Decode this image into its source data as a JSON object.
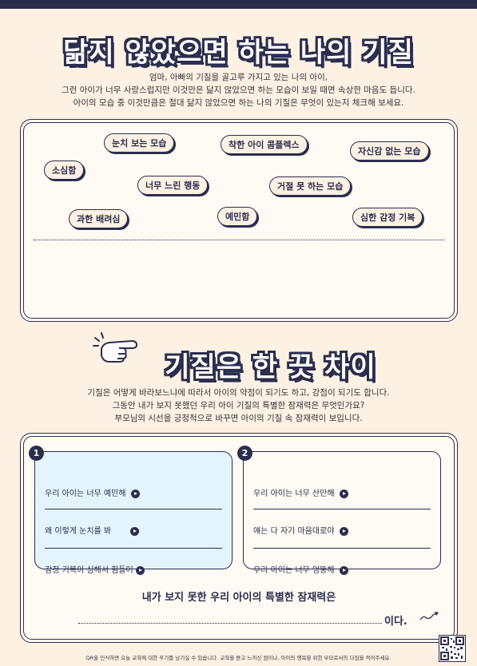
{
  "title": "닮지 않았으면 하는 나의 기질",
  "intro": [
    "엄마, 아빠의 기질을 골고루 가지고 있는 나의 아이,",
    "그런 아이가 너무 사랑스럽지만 이것만은 닮지 않았으면 하는 모습이 보일 때면 속상한 마음도 듭니다.",
    "아이의 모습 중 이것만큼은 절대 닮지 않았으면 하는 나의 기질은 무엇이 있는지 체크해 보세요."
  ],
  "traits": [
    "눈치 보는 모습",
    "착한 아이 콤플렉스",
    "자신감 없는 모습",
    "소심함",
    "너무 느린 행동",
    "거절 못 하는 모습",
    "과한 배려심",
    "예민함",
    "심한 감정 기복"
  ],
  "section2_title": "기질은 한 끗 차이",
  "section2_intro": [
    "기질은 어떻게 바라보느냐에 따라서 아이의 약점이 되기도 하고, 강점이 되기도 합니다.",
    "그동안 내가 보지 못했던 우리 아이 기질의 특별한 잠재력은 무엇인가요?",
    "부모님의 시선을 긍정적으로 바꾸면 아이의 기질 속 잠재력이 보입니다."
  ],
  "card1": {
    "number": "1",
    "items": [
      "우리 아이는 너무 예민해",
      "왜 이렇게 눈치를 봐",
      "감정 기복이 심해서 힘들어"
    ]
  },
  "card2": {
    "number": "2",
    "items": [
      "우리 아이는 너무 산만해",
      "얘는 다 자기 마음대로야",
      "우리 아이는 너무 엉뚱해"
    ]
  },
  "potential_label": "내가 보지 못한 우리 아이의 특별한 잠재력은",
  "potential_suffix": "이다.",
  "footer": "QR을 인식하면 오늘 교육에 대한 후기를 남기실 수 있습니다. 교육을 듣고 느끼신 점이나, 아이의 행복을 위한 부모로서의 다짐을 적어주세요.",
  "colors": {
    "navy": "#2b2e4d",
    "background": "#fdf1e4",
    "card_blue": "#e4f4fc"
  }
}
